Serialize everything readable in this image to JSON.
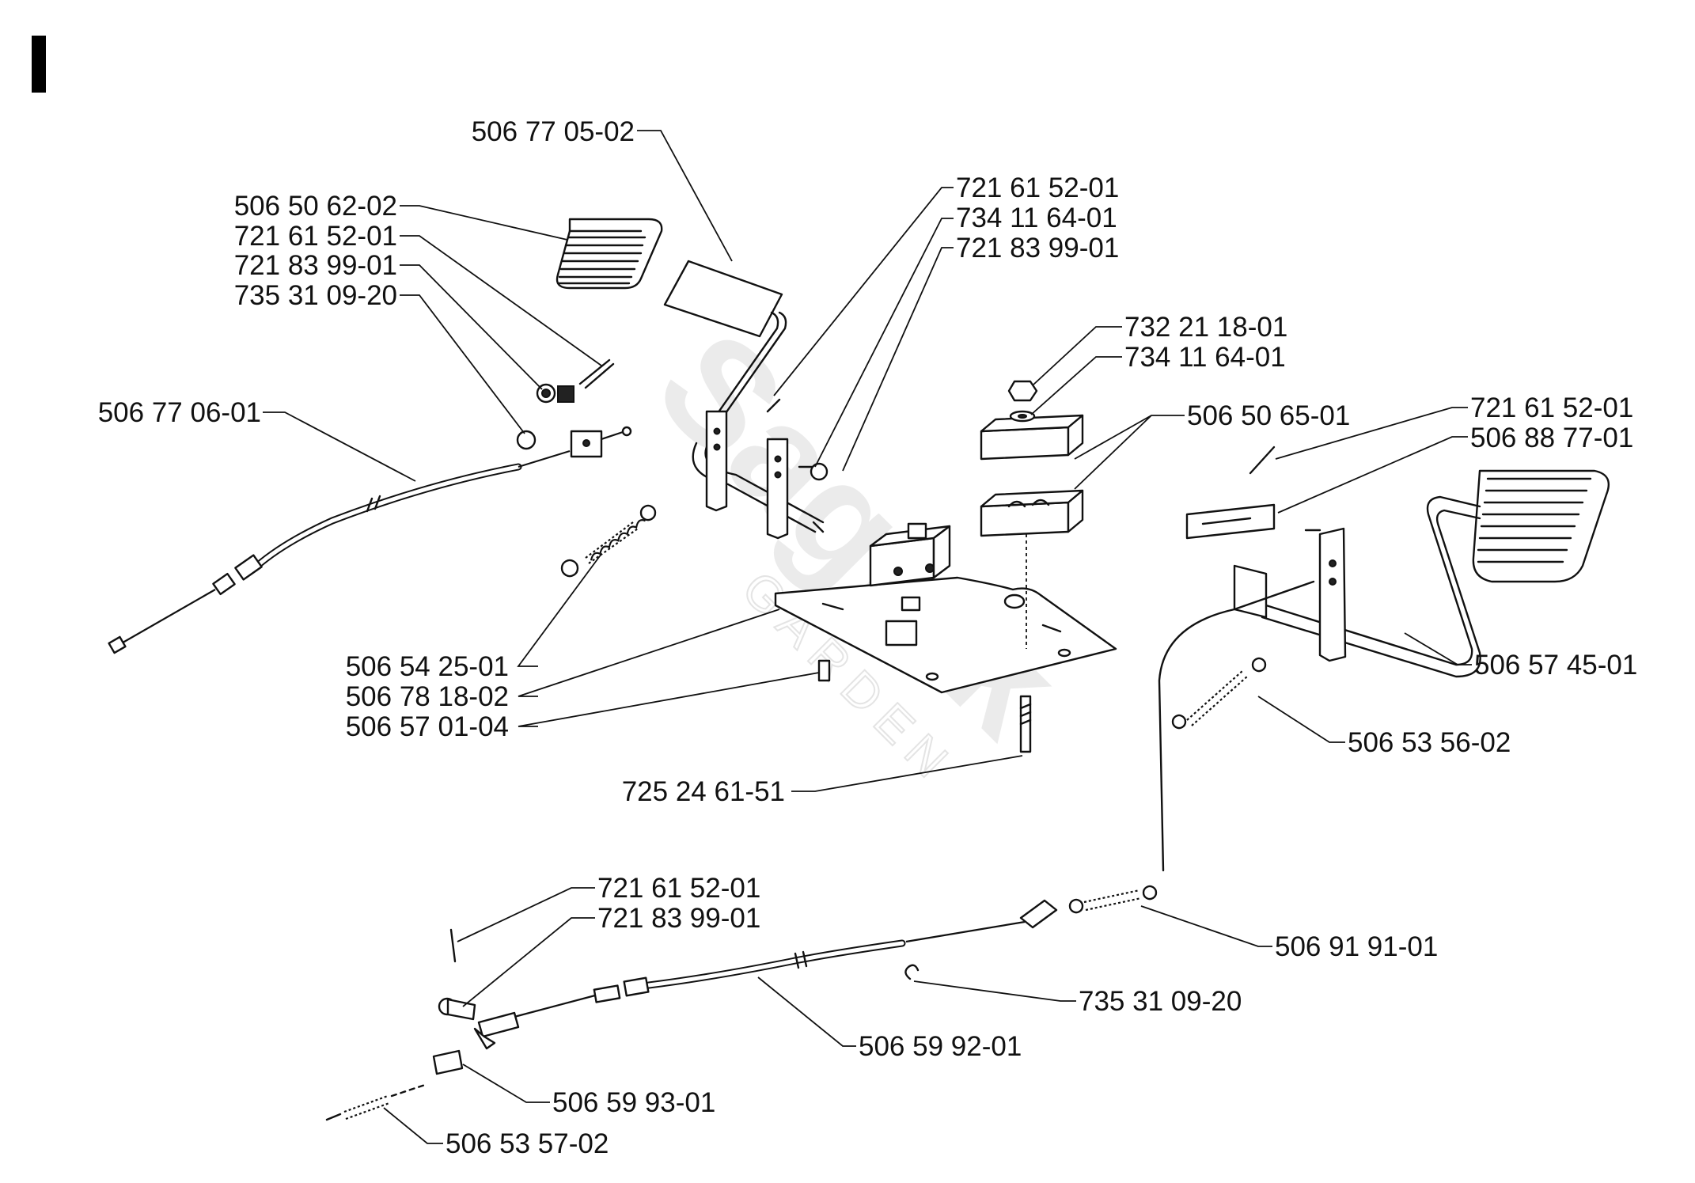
{
  "section_marker": "I",
  "watermark": {
    "brand": "Sagtek",
    "sub": "GARDEN"
  },
  "labels": [
    "506 77 05-02",
    "506 50 62-02",
    "721 61 52-01",
    "721 83 99-01",
    "735 31 09-20",
    "506 77 06-01",
    "721 61 52-01",
    "734 11 64-01",
    "721 83 99-01",
    "732 21 18-01",
    "734 11 64-01",
    "506 50 65-01",
    "721 61 52-01",
    "506 88 77-01",
    "506 54 25-01",
    "506 78 18-02",
    "506 57 01-04",
    "506 57 45-01",
    "506 53 56-02",
    "725 24 61-51",
    "721 61 52-01",
    "721 83 99-01",
    "506 91 91-01",
    "735 31 09-20",
    "506 59 92-01",
    "506 59 93-01",
    "506 53 57-02"
  ]
}
